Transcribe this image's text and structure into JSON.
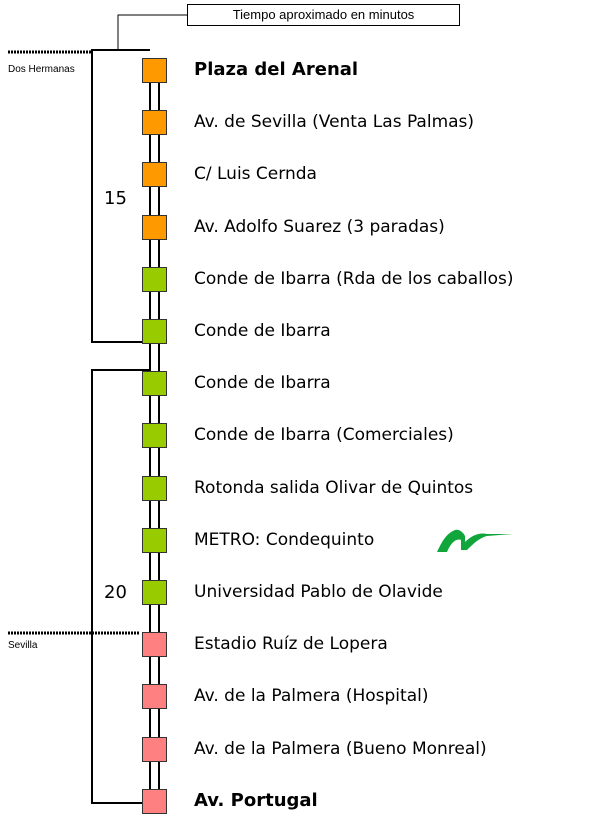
{
  "legend": {
    "title": "Tiempo aproximado en minutos"
  },
  "zones": {
    "start": "Dos Hermanas",
    "end": "Sevilla"
  },
  "times": {
    "first": "15",
    "second": "20"
  },
  "colors": {
    "orange": "#ff9900",
    "green": "#99cc00",
    "pink": "#ff8080",
    "logo": "#11a63c"
  },
  "stops": [
    {
      "name": "Plaza del Arenal",
      "color": "orange",
      "bold": true
    },
    {
      "name": "Av. de Sevilla (Venta Las Palmas)",
      "color": "orange",
      "bold": false
    },
    {
      "name": "C/ Luis Cernda",
      "color": "orange",
      "bold": false
    },
    {
      "name": "Av. Adolfo Suarez (3 paradas)",
      "color": "orange",
      "bold": false
    },
    {
      "name": "Conde de Ibarra (Rda de los caballos)",
      "color": "green",
      "bold": false
    },
    {
      "name": "Conde de Ibarra",
      "color": "green",
      "bold": false
    },
    {
      "name": "Conde de Ibarra",
      "color": "green",
      "bold": false
    },
    {
      "name": "Conde de Ibarra (Comerciales)",
      "color": "green",
      "bold": false
    },
    {
      "name": "Rotonda salida Olivar de Quintos",
      "color": "green",
      "bold": false
    },
    {
      "name": "METRO: Condequinto",
      "color": "green",
      "bold": false,
      "icon": "metro-logo-icon"
    },
    {
      "name": "Universidad Pablo de Olavide",
      "color": "green",
      "bold": false
    },
    {
      "name": "Estadio Ruíz de Lopera",
      "color": "pink",
      "bold": false
    },
    {
      "name": "Av. de la Palmera (Hospital)",
      "color": "pink",
      "bold": false
    },
    {
      "name": "Av. de la Palmera (Bueno Monreal)",
      "color": "pink",
      "bold": false
    },
    {
      "name": "Av. Portugal",
      "color": "pink",
      "bold": true
    }
  ]
}
